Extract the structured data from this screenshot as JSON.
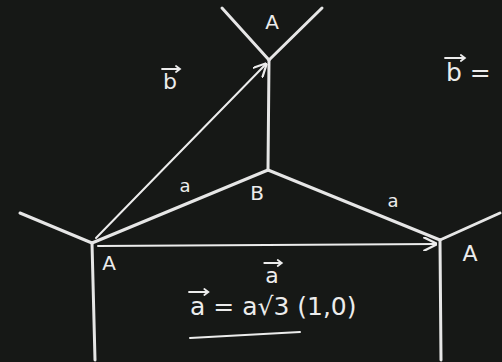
{
  "diagram": {
    "labels": [
      "A",
      "b",
      "a",
      "B",
      "a",
      "A",
      "a",
      "A",
      "a = a√3 (1,0)",
      "b ="
    ]
  }
}
